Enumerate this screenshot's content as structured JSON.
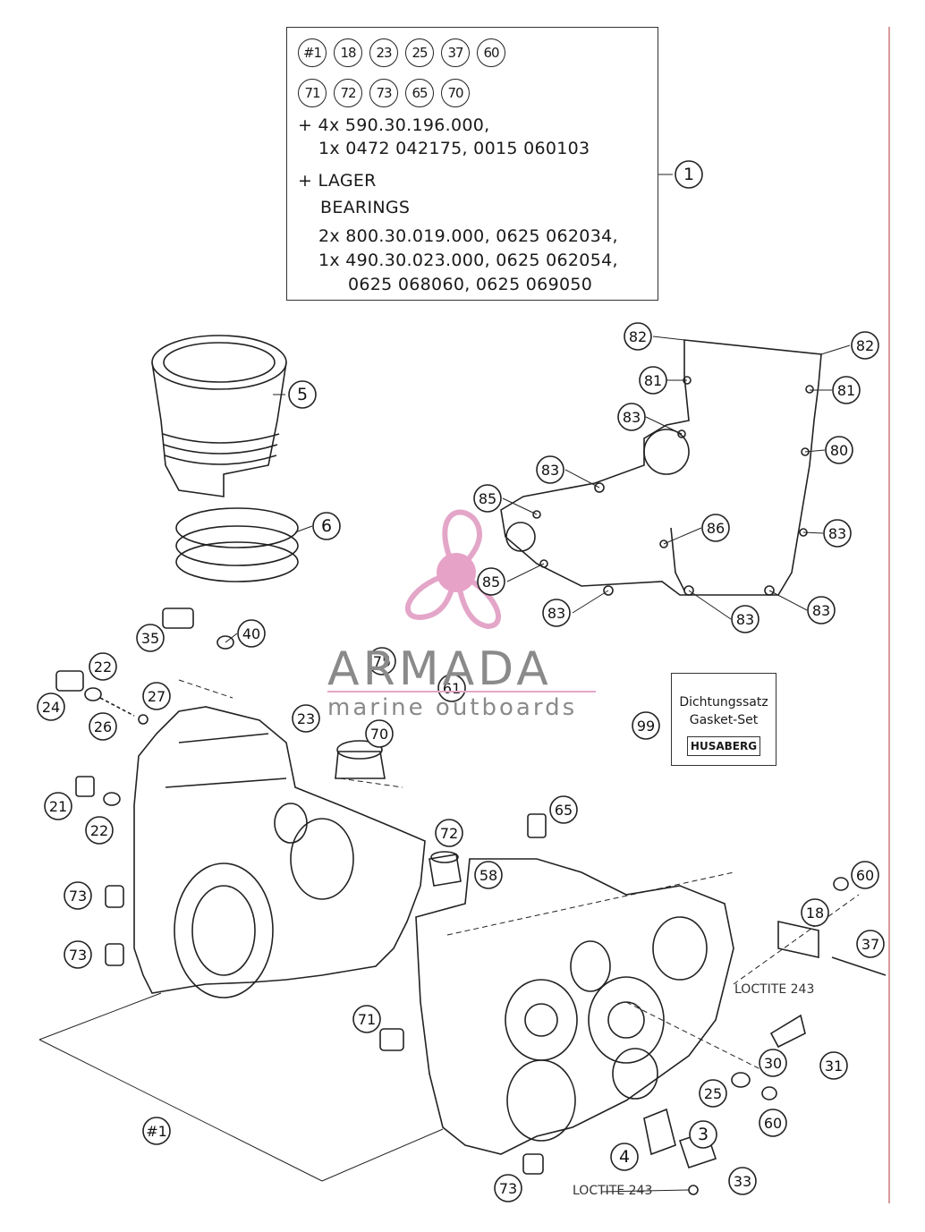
{
  "info_box": {
    "row1": [
      "#1",
      "18",
      "23",
      "25",
      "37",
      "60"
    ],
    "row2": [
      "71",
      "72",
      "73",
      "65",
      "70"
    ],
    "line1": "+ 4x 590.30.196.000,",
    "line2": "1x 0472 042175, 0015 060103",
    "line3": "+ LAGER",
    "line4": "BEARINGS",
    "line5": "2x 800.30.019.000, 0625 062034,",
    "line6": "1x 490.30.023.000, 0625 062054,",
    "line7": "0625 068060, 0625 069050"
  },
  "gasket_set": {
    "line1": "Dichtungssatz",
    "line2": "Gasket-Set",
    "brand": "HUSABERG"
  },
  "notes": {
    "loctite_a": "LOCTITE 243",
    "loctite_b": "LOCTITE 243"
  },
  "watermark": {
    "title": "ARMADA",
    "subtitle": "marine outboards"
  },
  "callouts": [
    {
      "id": "c1",
      "label": "1"
    },
    {
      "id": "c5",
      "label": "5"
    },
    {
      "id": "c6",
      "label": "6"
    },
    {
      "id": "c82a",
      "label": "82"
    },
    {
      "id": "c82b",
      "label": "82"
    },
    {
      "id": "c81a",
      "label": "81"
    },
    {
      "id": "c81b",
      "label": "81"
    },
    {
      "id": "c83a",
      "label": "83"
    },
    {
      "id": "c80",
      "label": "80"
    },
    {
      "id": "c83b",
      "label": "83"
    },
    {
      "id": "c85a",
      "label": "85"
    },
    {
      "id": "c86",
      "label": "86"
    },
    {
      "id": "c83c",
      "label": "83"
    },
    {
      "id": "c85b",
      "label": "85"
    },
    {
      "id": "c83d",
      "label": "83"
    },
    {
      "id": "c83e",
      "label": "83"
    },
    {
      "id": "c83f",
      "label": "83"
    },
    {
      "id": "c35",
      "label": "35"
    },
    {
      "id": "c40",
      "label": "40"
    },
    {
      "id": "c22a",
      "label": "22"
    },
    {
      "id": "c27",
      "label": "27"
    },
    {
      "id": "c24",
      "label": "24"
    },
    {
      "id": "c26",
      "label": "26"
    },
    {
      "id": "c75",
      "label": "75"
    },
    {
      "id": "c61",
      "label": "61"
    },
    {
      "id": "c23",
      "label": "23"
    },
    {
      "id": "c70",
      "label": "70"
    },
    {
      "id": "c99",
      "label": "99"
    },
    {
      "id": "c21",
      "label": "21"
    },
    {
      "id": "c22b",
      "label": "22"
    },
    {
      "id": "c65",
      "label": "65"
    },
    {
      "id": "c72",
      "label": "72"
    },
    {
      "id": "c58",
      "label": "58"
    },
    {
      "id": "c60a",
      "label": "60"
    },
    {
      "id": "c18",
      "label": "18"
    },
    {
      "id": "c73a",
      "label": "73"
    },
    {
      "id": "c37",
      "label": "37"
    },
    {
      "id": "c73b",
      "label": "73"
    },
    {
      "id": "c71",
      "label": "71"
    },
    {
      "id": "c30",
      "label": "30"
    },
    {
      "id": "c31",
      "label": "31"
    },
    {
      "id": "c25",
      "label": "25"
    },
    {
      "id": "c60b",
      "label": "60"
    },
    {
      "id": "c3",
      "label": "3"
    },
    {
      "id": "c4",
      "label": "4"
    },
    {
      "id": "c33",
      "label": "33"
    },
    {
      "id": "c73c",
      "label": "73"
    },
    {
      "id": "c1h",
      "label": "#1"
    }
  ]
}
